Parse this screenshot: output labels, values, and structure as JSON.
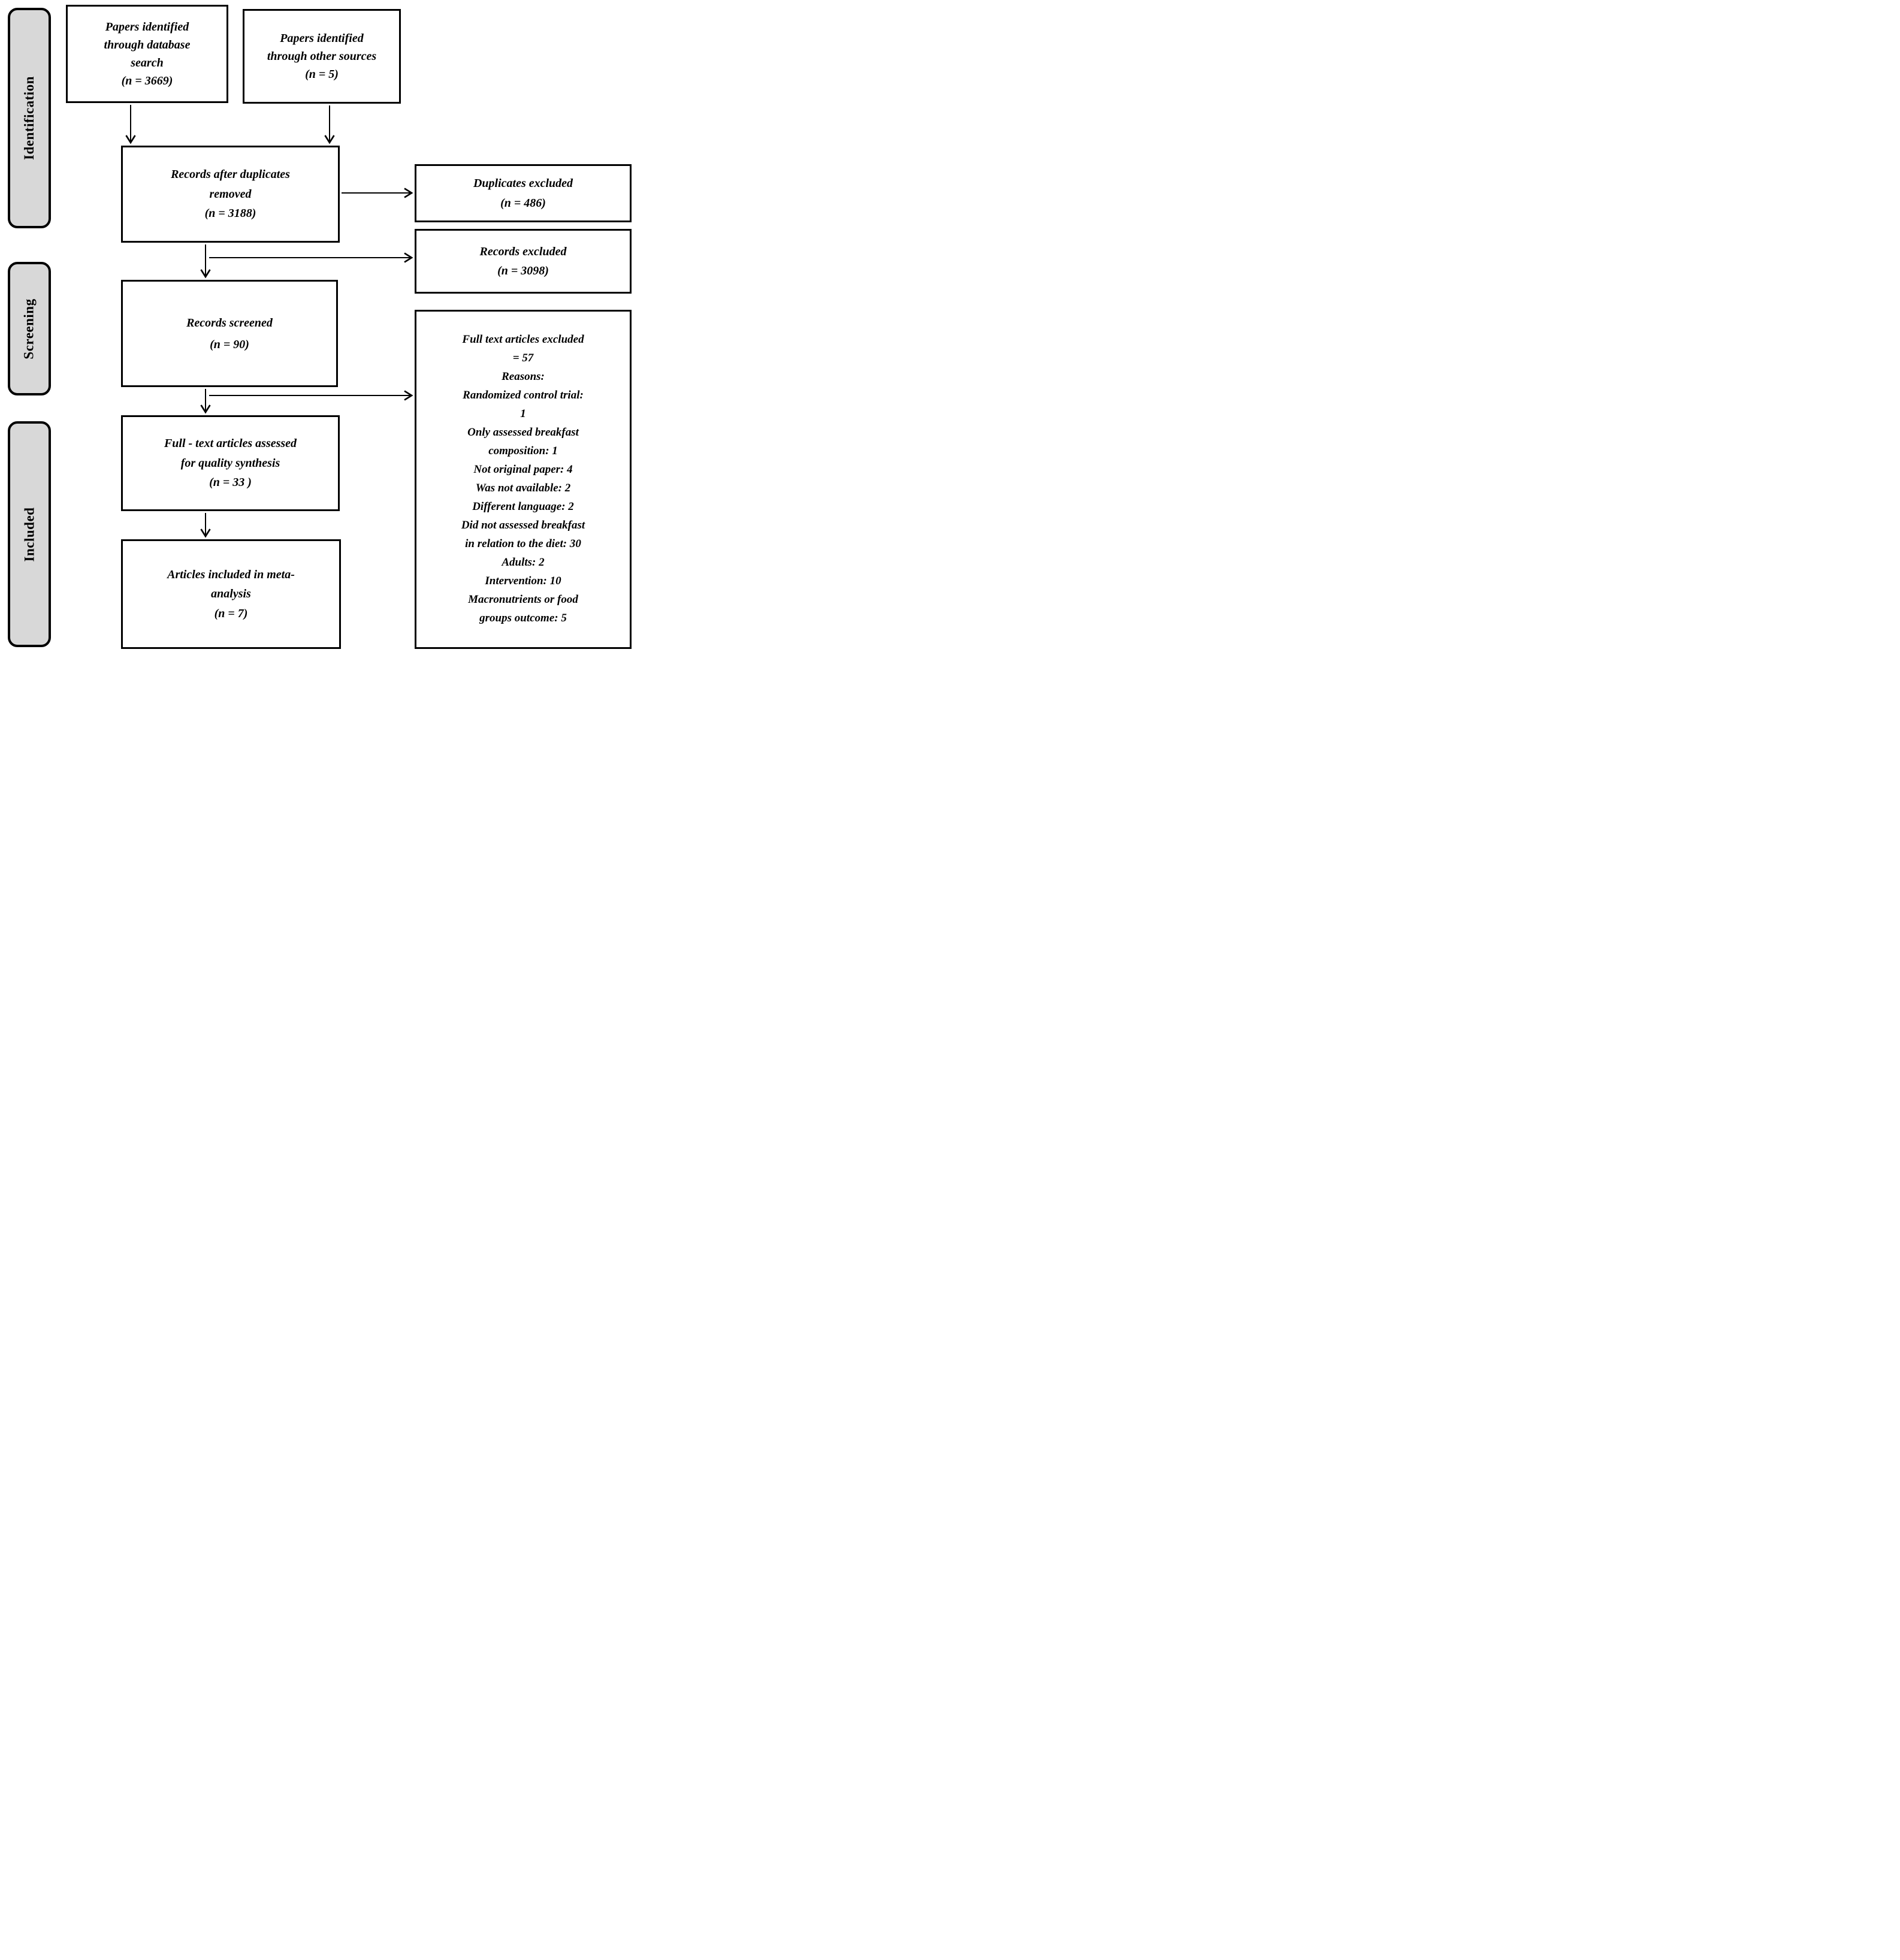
{
  "stages": [
    {
      "label": "Identification"
    },
    {
      "label": "Screening"
    },
    {
      "label": "Included"
    }
  ],
  "boxes": {
    "identified_database": {
      "text": "Papers identified\nthrough database\nsearch\n(n = 3669)"
    },
    "identified_other": {
      "text": "Papers identified\nthrough other sources\n(n = 5)"
    },
    "after_duplicates": {
      "text": "Records after duplicates\nremoved\n(n = 3188)"
    },
    "duplicates_excluded": {
      "text": "Duplicates excluded\n(n = 486)"
    },
    "records_excluded": {
      "text": "Records excluded\n(n = 3098)"
    },
    "records_screened": {
      "text": "Records screened\n(n = 90)"
    },
    "fulltext_assessed": {
      "text": "Full - text articles assessed\nfor quality synthesis\n(n = 33 )"
    },
    "included_meta": {
      "text": "Articles included in meta-\nanalysis\n(n = 7)"
    },
    "fulltext_excluded": {
      "text": "Full text articles excluded\n= 57\nReasons:\nRandomized control trial:\n1\nOnly assessed breakfast\ncomposition: 1\nNot original paper: 4\nWas not available: 2\nDifferent language: 2\nDid not assessed breakfast\nin relation to the diet: 30\nAdults: 2\nIntervention: 10\nMacronutrients or food\ngroups outcome: 5"
    }
  },
  "colors": {
    "stage_fill": "#d8d8d8",
    "box_fill": "#ffffff",
    "line": "#000000"
  }
}
